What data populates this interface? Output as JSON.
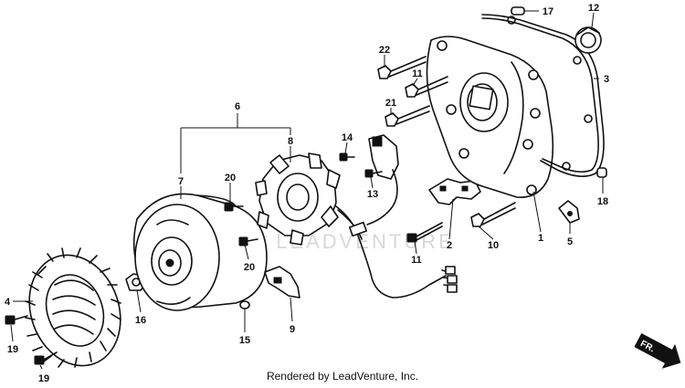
{
  "diagram": {
    "callouts": [
      "1",
      "2",
      "3",
      "4",
      "5",
      "6",
      "7",
      "8",
      "9",
      "10",
      "11",
      "11",
      "12",
      "13",
      "14",
      "15",
      "16",
      "17",
      "18",
      "19",
      "19",
      "20",
      "20",
      "21",
      "22"
    ],
    "watermark": "LEADVENTURE",
    "direction_label": "FR."
  },
  "footer": {
    "credit": "Rendered by LeadVenture, Inc."
  }
}
